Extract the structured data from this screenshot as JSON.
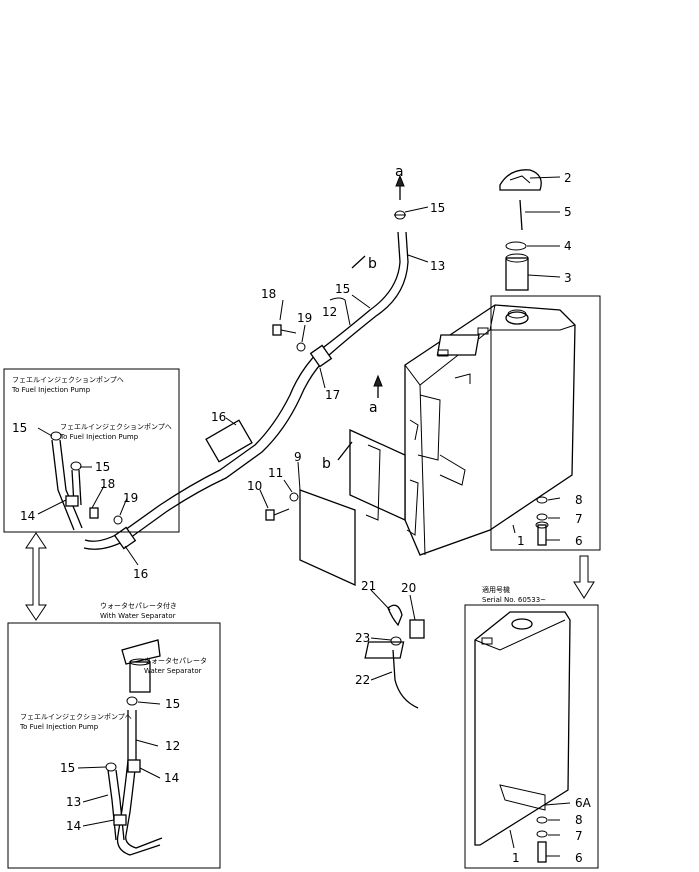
{
  "detail_top_left": {
    "caption_1_jp": "フェエルインジェクションポンプへ",
    "caption_1_en": "To Fuel Injection Pump",
    "caption_2_jp": "フェエルインジェクションポンプへ",
    "caption_2_en": "To Fuel Injection Pump"
  },
  "detail_bottom_left": {
    "header_jp": "ウォータセパレータ付き",
    "header_en": "With Water Separator",
    "sep_jp": "ウォータセパレータ",
    "sep_en": "Water Separator",
    "pump_jp": "フェエルインジェクションポンプへ",
    "pump_en": "To Fuel Injection Pump"
  },
  "detail_bottom_right": {
    "serial_jp": "適用号機",
    "serial_en": "Serial No. 60533~"
  },
  "letters": {
    "a": "a",
    "b": "b"
  },
  "part_numbers": {
    "p1": "1",
    "p2": "2",
    "p3": "3",
    "p4": "4",
    "p5": "5",
    "p6": "6",
    "p6a": "6A",
    "p7": "7",
    "p8": "8",
    "p9": "9",
    "p10": "10",
    "p11": "11",
    "p12": "12",
    "p13": "13",
    "p14": "14",
    "p15": "15",
    "p16": "16",
    "p17": "17",
    "p18": "18",
    "p19": "19",
    "p20": "20",
    "p21": "21",
    "p22": "22",
    "p23": "23"
  }
}
